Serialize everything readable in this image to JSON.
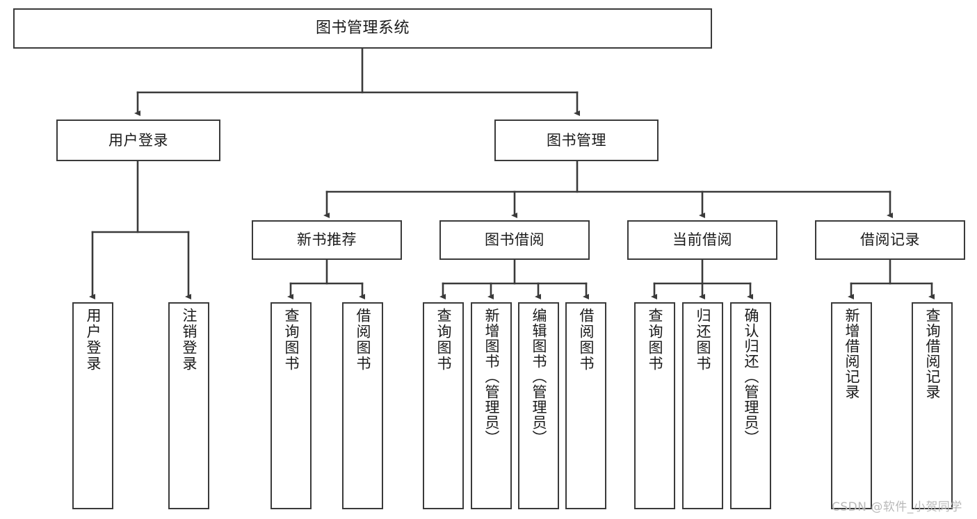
{
  "diagram": {
    "title": "图书管理系统",
    "type": "hierarchy-tree",
    "watermark": "CSDN @软件_小贺同学",
    "colors": {
      "box_border": "#3a3a3a",
      "box_fill": "#ffffff",
      "connector": "#3a3a3a",
      "text": "#1a1a1a",
      "watermark": "#b9b9b9",
      "background": "#ffffff"
    },
    "nodes": {
      "root": {
        "label": "图书管理系统"
      },
      "level1": [
        {
          "label": "用户登录"
        },
        {
          "label": "图书管理"
        }
      ],
      "level2": [
        {
          "label": "新书推荐"
        },
        {
          "label": "图书借阅"
        },
        {
          "label": "当前借阅"
        },
        {
          "label": "借阅记录"
        }
      ],
      "leaves": {
        "user_login": [
          {
            "label": "用户登录"
          },
          {
            "label": "注销登录"
          }
        ],
        "new_book": [
          {
            "label": "查询图书"
          },
          {
            "label": "借阅图书"
          }
        ],
        "book_borrow": [
          {
            "label": "查询图书"
          },
          {
            "label": "新增图书（管理员）"
          },
          {
            "label": "编辑图书（管理员）"
          },
          {
            "label": "借阅图书"
          }
        ],
        "current_borrow": [
          {
            "label": "查询图书"
          },
          {
            "label": "归还图书"
          },
          {
            "label": "确认归还（管理员）"
          }
        ],
        "borrow_record": [
          {
            "label": "新增借阅记录"
          },
          {
            "label": "查询借阅记录"
          }
        ]
      }
    }
  }
}
